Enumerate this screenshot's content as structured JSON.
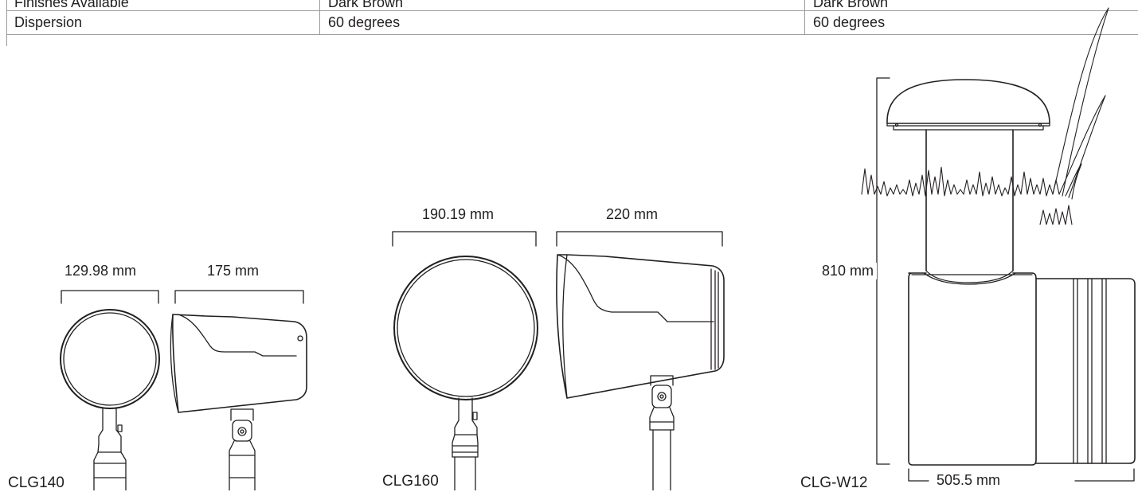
{
  "specs": {
    "rows": [
      {
        "label": "Finishes Available",
        "col1": "Dark Brown",
        "col2": "Dark Brown"
      },
      {
        "label": "Dispersion",
        "col1": "60 degrees",
        "col2": "60 degrees"
      }
    ]
  },
  "drawings": {
    "clg140": {
      "model": "CLG140",
      "front_width": "129.98 mm",
      "side_depth": "175 mm"
    },
    "clg160": {
      "model": "CLG160",
      "front_width": "190.19 mm",
      "side_depth": "220 mm"
    },
    "clgw12": {
      "model": "CLG-W12",
      "height": "810 mm",
      "depth": "505.5 mm"
    }
  }
}
